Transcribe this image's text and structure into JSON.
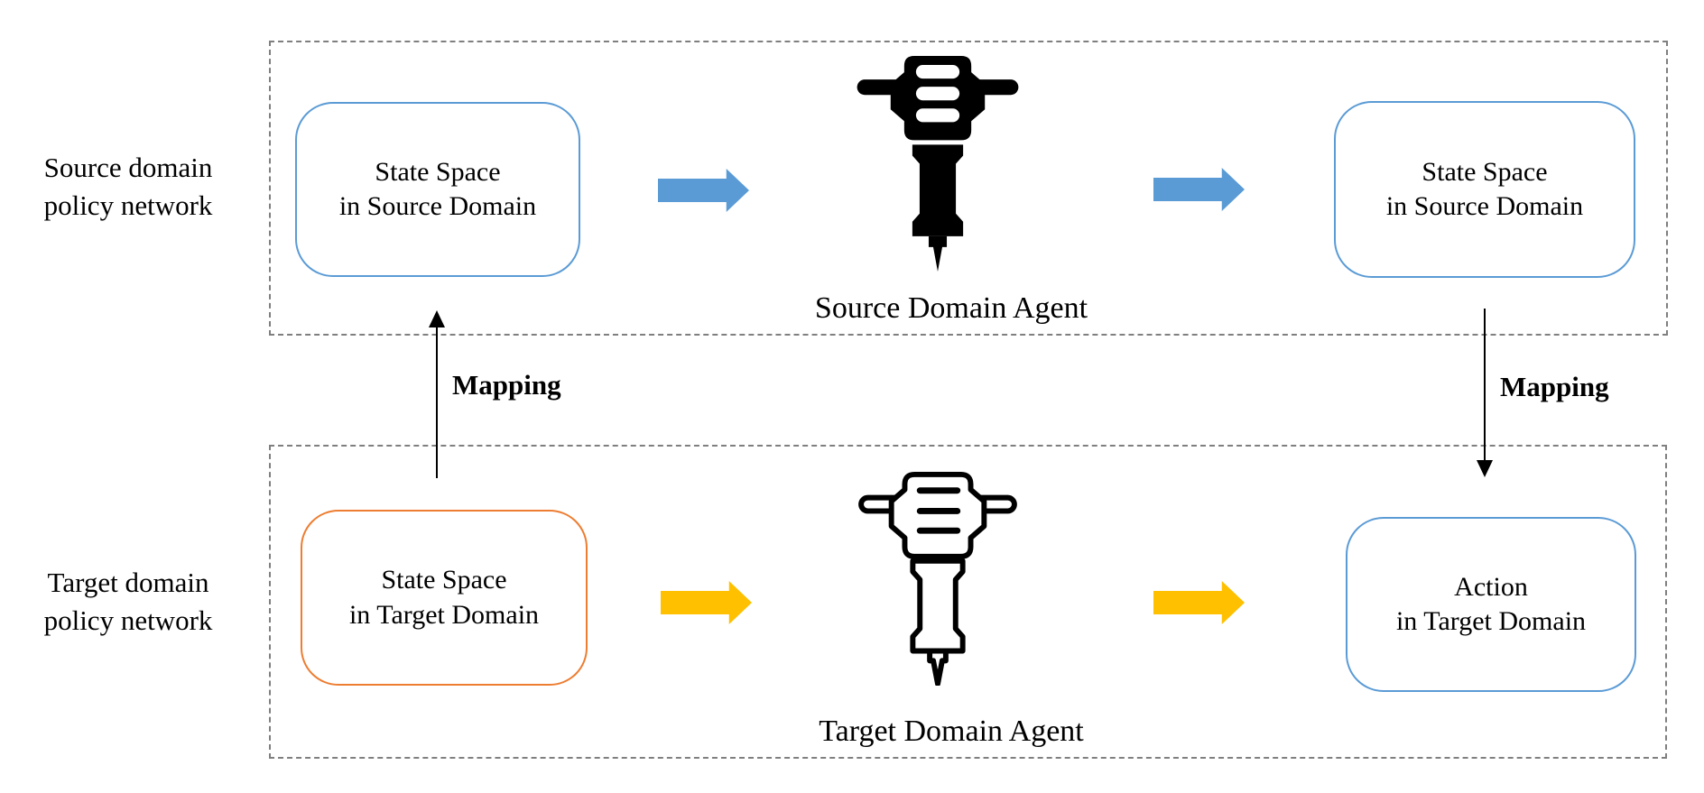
{
  "colors": {
    "accent_blue": "#5B9BD5",
    "accent_orange": "#ED7D31",
    "accent_yellow": "#FFC000",
    "dashed_border": "#7F7F7F",
    "text": "#000000"
  },
  "side_labels": {
    "source": "Source domain\npolicy network",
    "target": "Target domain\npolicy network"
  },
  "source_row": {
    "input_box_label": "State Space\nin Source Domain",
    "agent_caption": "Source Domain Agent",
    "output_box_label": "State Space\nin Source Domain"
  },
  "target_row": {
    "input_box_label": "State Space\nin Target Domain",
    "agent_caption": "Target Domain Agent",
    "output_box_label": "Action\nin Target Domain"
  },
  "mapping": {
    "left_label": "Mapping",
    "right_label": "Mapping"
  },
  "icons": {
    "source_agent": "jackhammer-filled-icon",
    "target_agent": "jackhammer-outline-icon"
  }
}
